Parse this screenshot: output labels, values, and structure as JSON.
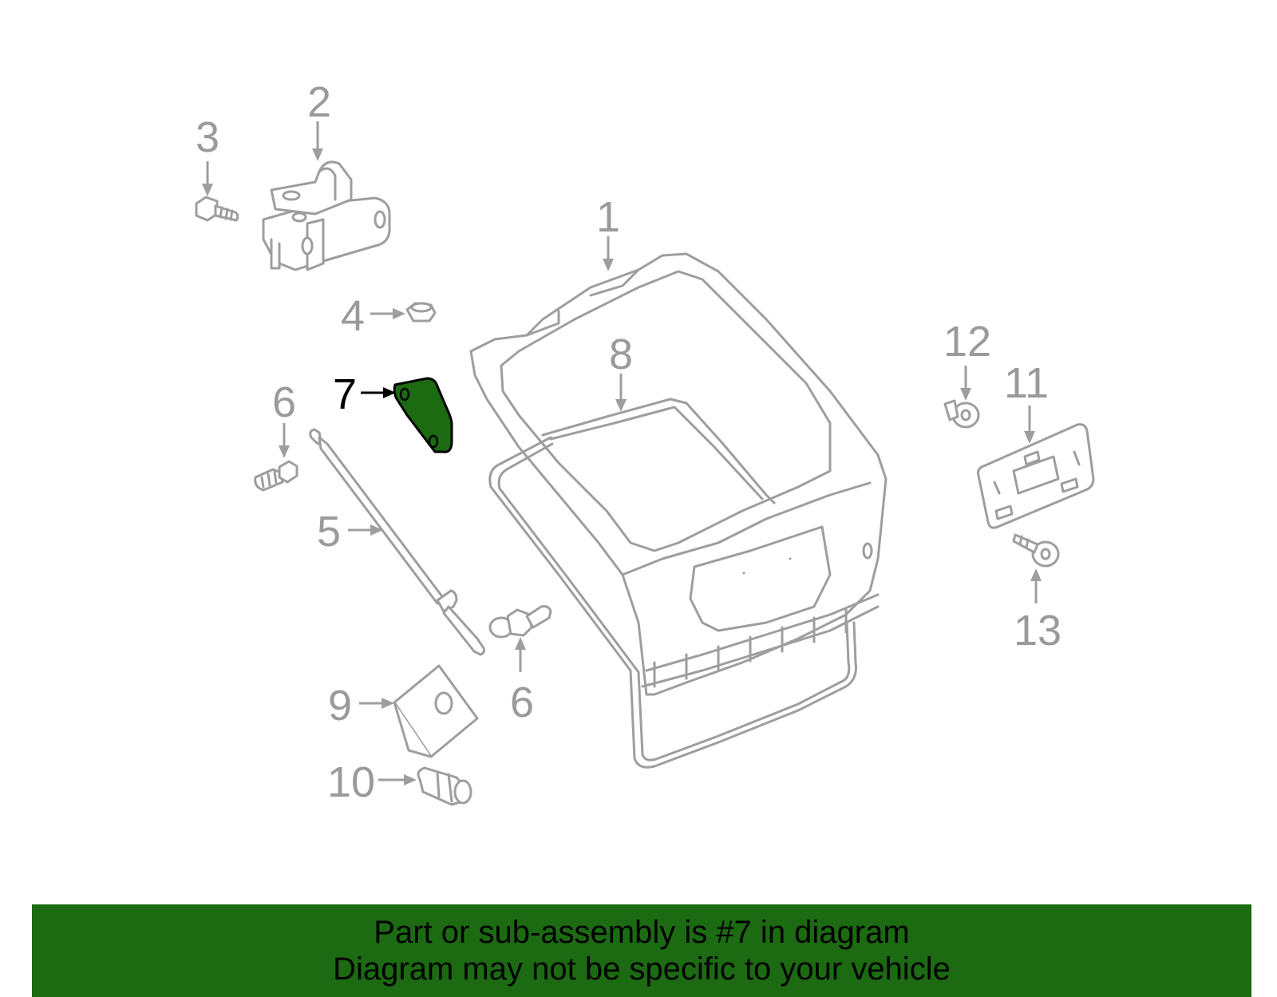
{
  "callouts": {
    "c1": "1",
    "c2": "2",
    "c3": "3",
    "c4": "4",
    "c5": "5",
    "c6a": "6",
    "c6b": "6",
    "c7": "7",
    "c8": "8",
    "c9": "9",
    "c10": "10",
    "c11": "11",
    "c12": "12",
    "c13": "13"
  },
  "highlighted_part": "7",
  "colors": {
    "highlight_fill": "#1c6a12",
    "line_gray": "#9e9e9e",
    "banner_bg": "#1c6a12"
  },
  "banner": {
    "line1": "Part or sub-assembly is #7 in diagram",
    "line2": "Diagram may not be specific to your vehicle"
  }
}
